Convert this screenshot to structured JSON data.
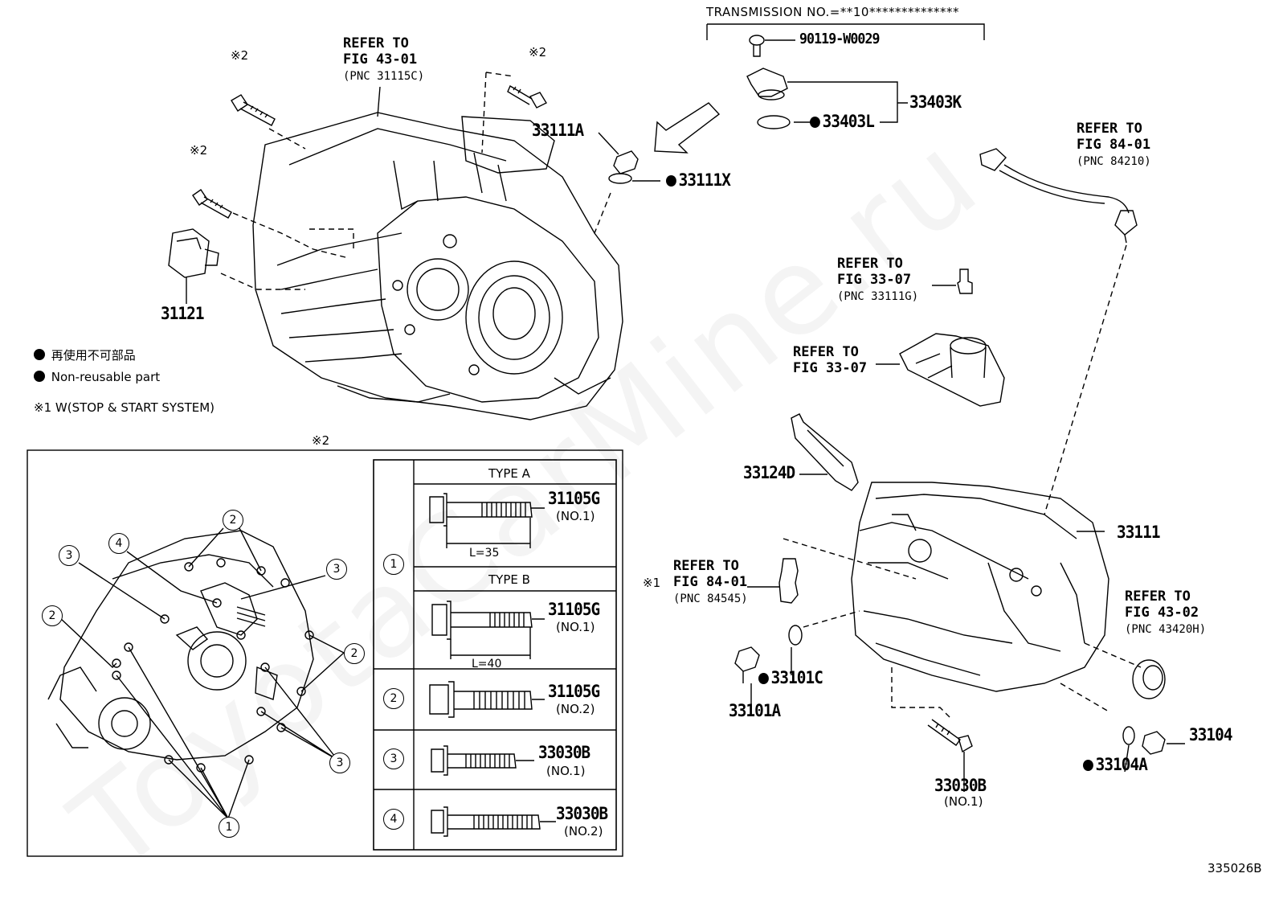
{
  "watermark": "ToyotaCarMine.ru",
  "transmission_header": "TRANSMISSION NO.=**10**************",
  "labels": {
    "p90119": "90119-W0029",
    "p33403K": "33403K",
    "p33403L": "33403L",
    "p33111A": "33111A",
    "p33111X": "33111X",
    "p31121": "31121",
    "p33124D": "33124D",
    "p33111": "33111",
    "p33101C": "33101C",
    "p33101A": "33101A",
    "p33030B": "33030B",
    "p33030B_no": "(NO.1)",
    "p33104": "33104",
    "p33104A": "33104A",
    "diagram_id": "335026B"
  },
  "refs": {
    "r43_01": {
      "l1": "REFER TO",
      "l2": "FIG 43-01",
      "l3": "(PNC 31115C)"
    },
    "r84_01a": {
      "l1": "REFER TO",
      "l2": "FIG 84-01",
      "l3": "(PNC 84210)"
    },
    "r33_07a": {
      "l1": "REFER TO",
      "l2": "FIG 33-07",
      "l3": "(PNC 33111G)"
    },
    "r33_07b": {
      "l1": "REFER TO",
      "l2": "FIG 33-07"
    },
    "r84_01b": {
      "l1": "REFER TO",
      "l2": "FIG 84-01",
      "l3": "(PNC 84545)"
    },
    "r43_02": {
      "l1": "REFER TO",
      "l2": "FIG 43-02",
      "l3": "(PNC 43420H)"
    }
  },
  "marks": {
    "x2": "※2",
    "x1": "※1"
  },
  "legend": {
    "jp": "再使用不可部品",
    "en": "Non-reusable part",
    "note1": "※1  W(STOP & START SYSTEM)"
  },
  "inset": {
    "title": "※2",
    "rows": [
      {
        "num": "1",
        "type": "TYPE A",
        "part": "31105G",
        "no": "(NO.1)",
        "len": "L=35"
      },
      {
        "num": "",
        "type": "TYPE B",
        "part": "31105G",
        "no": "(NO.1)",
        "len": "L=40"
      },
      {
        "num": "2",
        "part": "31105G",
        "no": "(NO.2)"
      },
      {
        "num": "3",
        "part": "33030B",
        "no": "(NO.1)"
      },
      {
        "num": "4",
        "part": "33030B",
        "no": "(NO.2)"
      }
    ],
    "callouts": [
      "1",
      "2",
      "3",
      "4"
    ]
  }
}
